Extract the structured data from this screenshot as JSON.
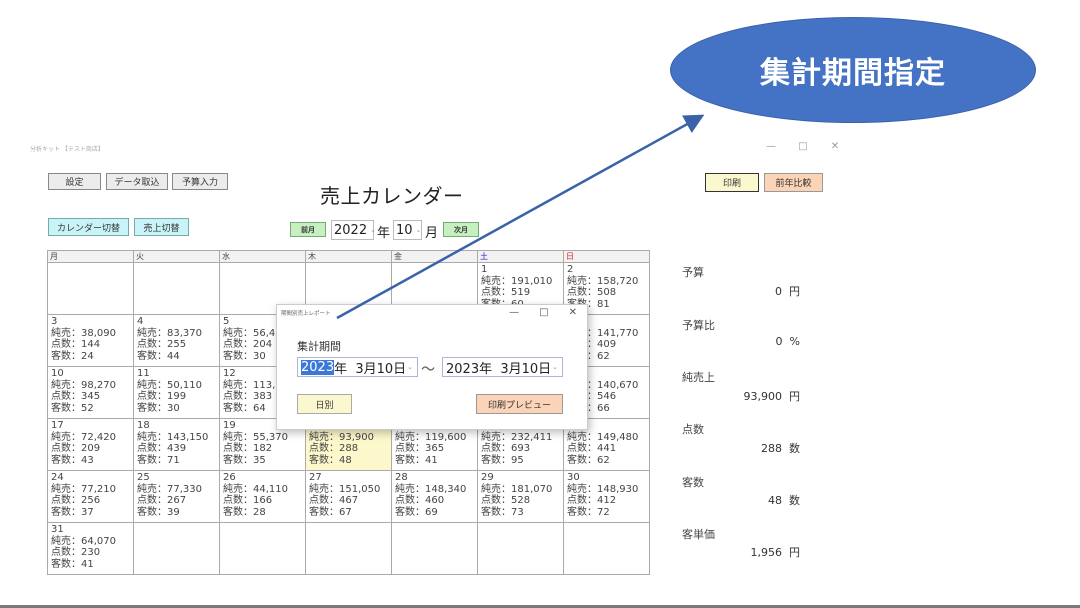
{
  "window": {
    "title": "分析キット 【テスト商店】",
    "controls": [
      "—",
      "□",
      "✕"
    ]
  },
  "toolbar": {
    "settings_label": "設定",
    "data_import_label": "データ取込",
    "budget_input_label": "予算入力",
    "calendar_switch_label": "カレンダー切替",
    "sales_switch_label": "売上切替",
    "print_label": "印刷",
    "prev_year_compare_label": "前年比較"
  },
  "header": {
    "title": "売上カレンダー",
    "prev_month_label": "前月",
    "next_month_label": "次月",
    "year_value": "2022",
    "year_unit": "年",
    "month_value": "10",
    "month_unit": "月"
  },
  "calendar": {
    "weekdays": [
      "月",
      "火",
      "水",
      "木",
      "金",
      "土",
      "日"
    ],
    "labels": {
      "sales": "純売：",
      "items": "点数：",
      "customers": "客数："
    },
    "weeks": [
      [
        {
          "day": "",
          "sales": "",
          "items": "",
          "customers": ""
        },
        {
          "day": "",
          "sales": "",
          "items": "",
          "customers": ""
        },
        {
          "day": "",
          "sales": "",
          "items": "",
          "customers": ""
        },
        {
          "day": "",
          "sales": "",
          "items": "",
          "customers": ""
        },
        {
          "day": "",
          "sales": "",
          "items": "",
          "customers": ""
        },
        {
          "day": "1",
          "sales": "191,010",
          "items": "519",
          "customers": "60"
        },
        {
          "day": "2",
          "sales": "158,720",
          "items": "508",
          "customers": "81"
        }
      ],
      [
        {
          "day": "3",
          "sales": "38,090",
          "items": "144",
          "customers": "24"
        },
        {
          "day": "4",
          "sales": "83,370",
          "items": "255",
          "customers": "44"
        },
        {
          "day": "5",
          "sales": "56,4",
          "items": "204",
          "customers": "30"
        },
        {
          "day": "",
          "sales": "",
          "items": "",
          "customers": ""
        },
        {
          "day": "",
          "sales": "",
          "items": "",
          "customers": ""
        },
        {
          "day": "",
          "sales": "",
          "items": "",
          "customers": ""
        },
        {
          "day": "",
          "sales": "141,770",
          "items": "409",
          "customers": "62"
        }
      ],
      [
        {
          "day": "10",
          "sales": "98,270",
          "items": "345",
          "customers": "52"
        },
        {
          "day": "11",
          "sales": "50,110",
          "items": "199",
          "customers": "30"
        },
        {
          "day": "12",
          "sales": "113,",
          "items": "383",
          "customers": "64"
        },
        {
          "day": "",
          "sales": "",
          "items": "",
          "customers": ""
        },
        {
          "day": "",
          "sales": "",
          "items": "",
          "customers": ""
        },
        {
          "day": "",
          "sales": "",
          "items": "",
          "customers": ""
        },
        {
          "day": "",
          "sales": "140,670",
          "items": "546",
          "customers": "66"
        }
      ],
      [
        {
          "day": "17",
          "sales": "72,420",
          "items": "209",
          "customers": "43"
        },
        {
          "day": "18",
          "sales": "143,150",
          "items": "439",
          "customers": "71"
        },
        {
          "day": "19",
          "sales": "55,370",
          "items": "182",
          "customers": "35"
        },
        {
          "day": "",
          "sales": "93,900",
          "items": "288",
          "customers": "48",
          "highlight": true
        },
        {
          "day": "",
          "sales": "119,600",
          "items": "365",
          "customers": "41"
        },
        {
          "day": "",
          "sales": "232,411",
          "items": "693",
          "customers": "95"
        },
        {
          "day": "",
          "sales": "149,480",
          "items": "441",
          "customers": "62"
        }
      ],
      [
        {
          "day": "24",
          "sales": "77,210",
          "items": "256",
          "customers": "37"
        },
        {
          "day": "25",
          "sales": "77,330",
          "items": "267",
          "customers": "39"
        },
        {
          "day": "26",
          "sales": "44,110",
          "items": "166",
          "customers": "28"
        },
        {
          "day": "27",
          "sales": "151,050",
          "items": "467",
          "customers": "67"
        },
        {
          "day": "28",
          "sales": "148,340",
          "items": "460",
          "customers": "69"
        },
        {
          "day": "29",
          "sales": "181,070",
          "items": "528",
          "customers": "73"
        },
        {
          "day": "30",
          "sales": "148,930",
          "items": "412",
          "customers": "72"
        }
      ],
      [
        {
          "day": "31",
          "sales": "64,070",
          "items": "230",
          "customers": "41"
        },
        {
          "day": "",
          "sales": "",
          "items": "",
          "customers": ""
        },
        {
          "day": "",
          "sales": "",
          "items": "",
          "customers": ""
        },
        {
          "day": "",
          "sales": "",
          "items": "",
          "customers": ""
        },
        {
          "day": "",
          "sales": "",
          "items": "",
          "customers": ""
        },
        {
          "day": "",
          "sales": "",
          "items": "",
          "customers": ""
        },
        {
          "day": "",
          "sales": "",
          "items": "",
          "customers": ""
        }
      ]
    ]
  },
  "summary": [
    {
      "label": "予算",
      "value": "0",
      "unit": "円"
    },
    {
      "label": "予算比",
      "value": "0",
      "unit": "%"
    },
    {
      "label": "純売上",
      "value": "93,900",
      "unit": "円"
    },
    {
      "label": "点数",
      "value": "288",
      "unit": "数"
    },
    {
      "label": "客数",
      "value": "48",
      "unit": "数"
    },
    {
      "label": "客単価",
      "value": "1,956",
      "unit": "円"
    }
  ],
  "dialog": {
    "title": "期間別売上レポート",
    "controls": [
      "—",
      "□",
      "✕"
    ],
    "period_label": "集計期間",
    "start_year_selected": "2023",
    "start_date_rest": "年  3月10日",
    "separator": "～",
    "end_date": "2023年  3月10日",
    "daily_button_label": "日別",
    "print_preview_label": "印刷プレビュー"
  },
  "callout": {
    "text": "集計期間指定",
    "color": "#4472c4"
  }
}
